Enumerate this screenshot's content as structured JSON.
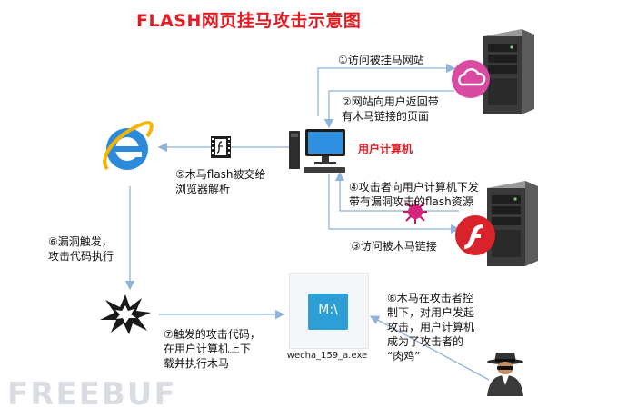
{
  "title": "FLASH网页挂马攻击示意图",
  "nodes": {
    "user_computer_label": "用户计算机",
    "exe_filename": "wecha_159_a.exe",
    "exe_icon_text": "M:\\",
    "watermark": "FREEBUF"
  },
  "steps": {
    "s1": "①访问被挂马网站",
    "s2": "②网站向用户返回带\n有木马链接的页面",
    "s3": "③访问被木马链接",
    "s4": "④攻击者向用户计算机下发\n带有漏洞攻击的flash资源",
    "s5": "⑤木马flash被交给\n浏览器解析",
    "s6": "⑥漏洞触发，\n攻击代码执行",
    "s7": "⑦触发的攻击代码，\n在用户计算机上下\n载并执行木马",
    "s8": "⑧木马在攻击者控\n制下，对用户发起\n攻击，用户计算机\n成为了攻击者的\n“肉鸡”"
  },
  "colors": {
    "title": "#e41c23",
    "arrow": "#8fb3d9",
    "server": "#4a4a4a",
    "cloud_badge": "#d94ba0",
    "flash_badge": "#d8232a",
    "ie_blue": "#1f7fd6"
  },
  "icons": [
    "server-icon",
    "cloud-badge-icon",
    "computer-icon",
    "browser-icon",
    "film-icon",
    "flash-badge-icon",
    "explosion-icon",
    "exe-file-icon",
    "hacker-icon",
    "virus-icon"
  ]
}
